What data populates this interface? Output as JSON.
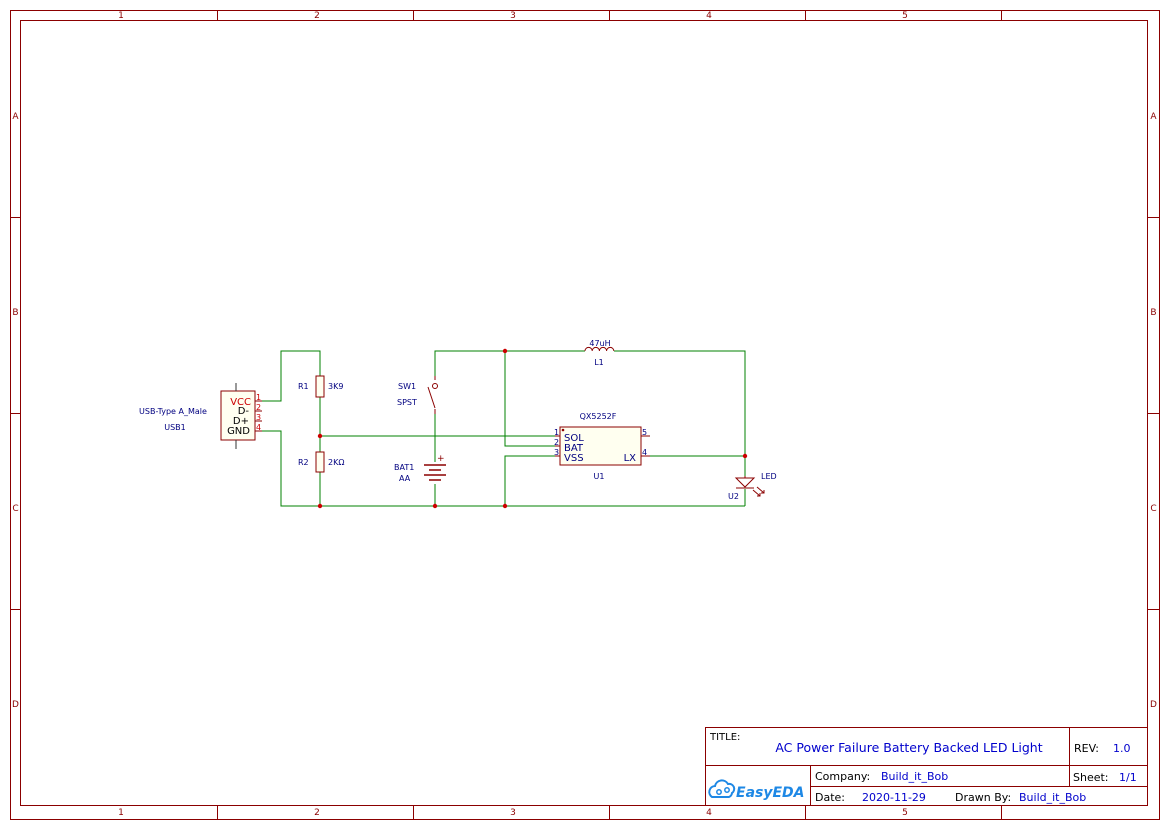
{
  "frame": {
    "columns": [
      "1",
      "2",
      "3",
      "4",
      "5"
    ],
    "rows": [
      "A",
      "B",
      "C",
      "D"
    ]
  },
  "title_block": {
    "title_label": "TITLE:",
    "title": "AC Power Failure Battery Backed LED Light",
    "rev_label": "REV:",
    "rev": "1.0",
    "company_label": "Company:",
    "company": "Build_it_Bob",
    "sheet_label": "Sheet:",
    "sheet": "1/1",
    "date_label": "Date:",
    "date": "2020-11-29",
    "drawn_by_label": "Drawn By:",
    "drawn_by": "Build_it_Bob",
    "logo_text": "EasyEDA"
  },
  "components": {
    "usb": {
      "ref": "USB1",
      "value": "USB-Type A_Male",
      "pins": [
        "VCC",
        "D-",
        "D+",
        "GND"
      ],
      "pin_numbers": [
        "1",
        "2",
        "3",
        "4"
      ]
    },
    "r1": {
      "ref": "R1",
      "value": "3K9"
    },
    "r2": {
      "ref": "R2",
      "value": "2KΩ"
    },
    "sw": {
      "ref": "SW1",
      "value": "SPST"
    },
    "bat": {
      "ref": "BAT1",
      "value": "AA",
      "plus": "+"
    },
    "inductor": {
      "ref": "L1",
      "value": "47uH"
    },
    "ic": {
      "ref": "U1",
      "value": "QX5252F",
      "pins": [
        "SOL",
        "BAT",
        "VSS",
        "LX"
      ],
      "pin_numbers": [
        "1",
        "2",
        "3",
        "4",
        "5"
      ]
    },
    "led": {
      "ref": "U2",
      "value": "LED"
    }
  },
  "colors": {
    "frame": "#8b0000",
    "wire": "#008000",
    "symbol": "#8b0000",
    "label": "#000080",
    "pin_name_vcc": "#cc0000",
    "title_text": "#0000cc",
    "logo": "#1e88e5"
  }
}
